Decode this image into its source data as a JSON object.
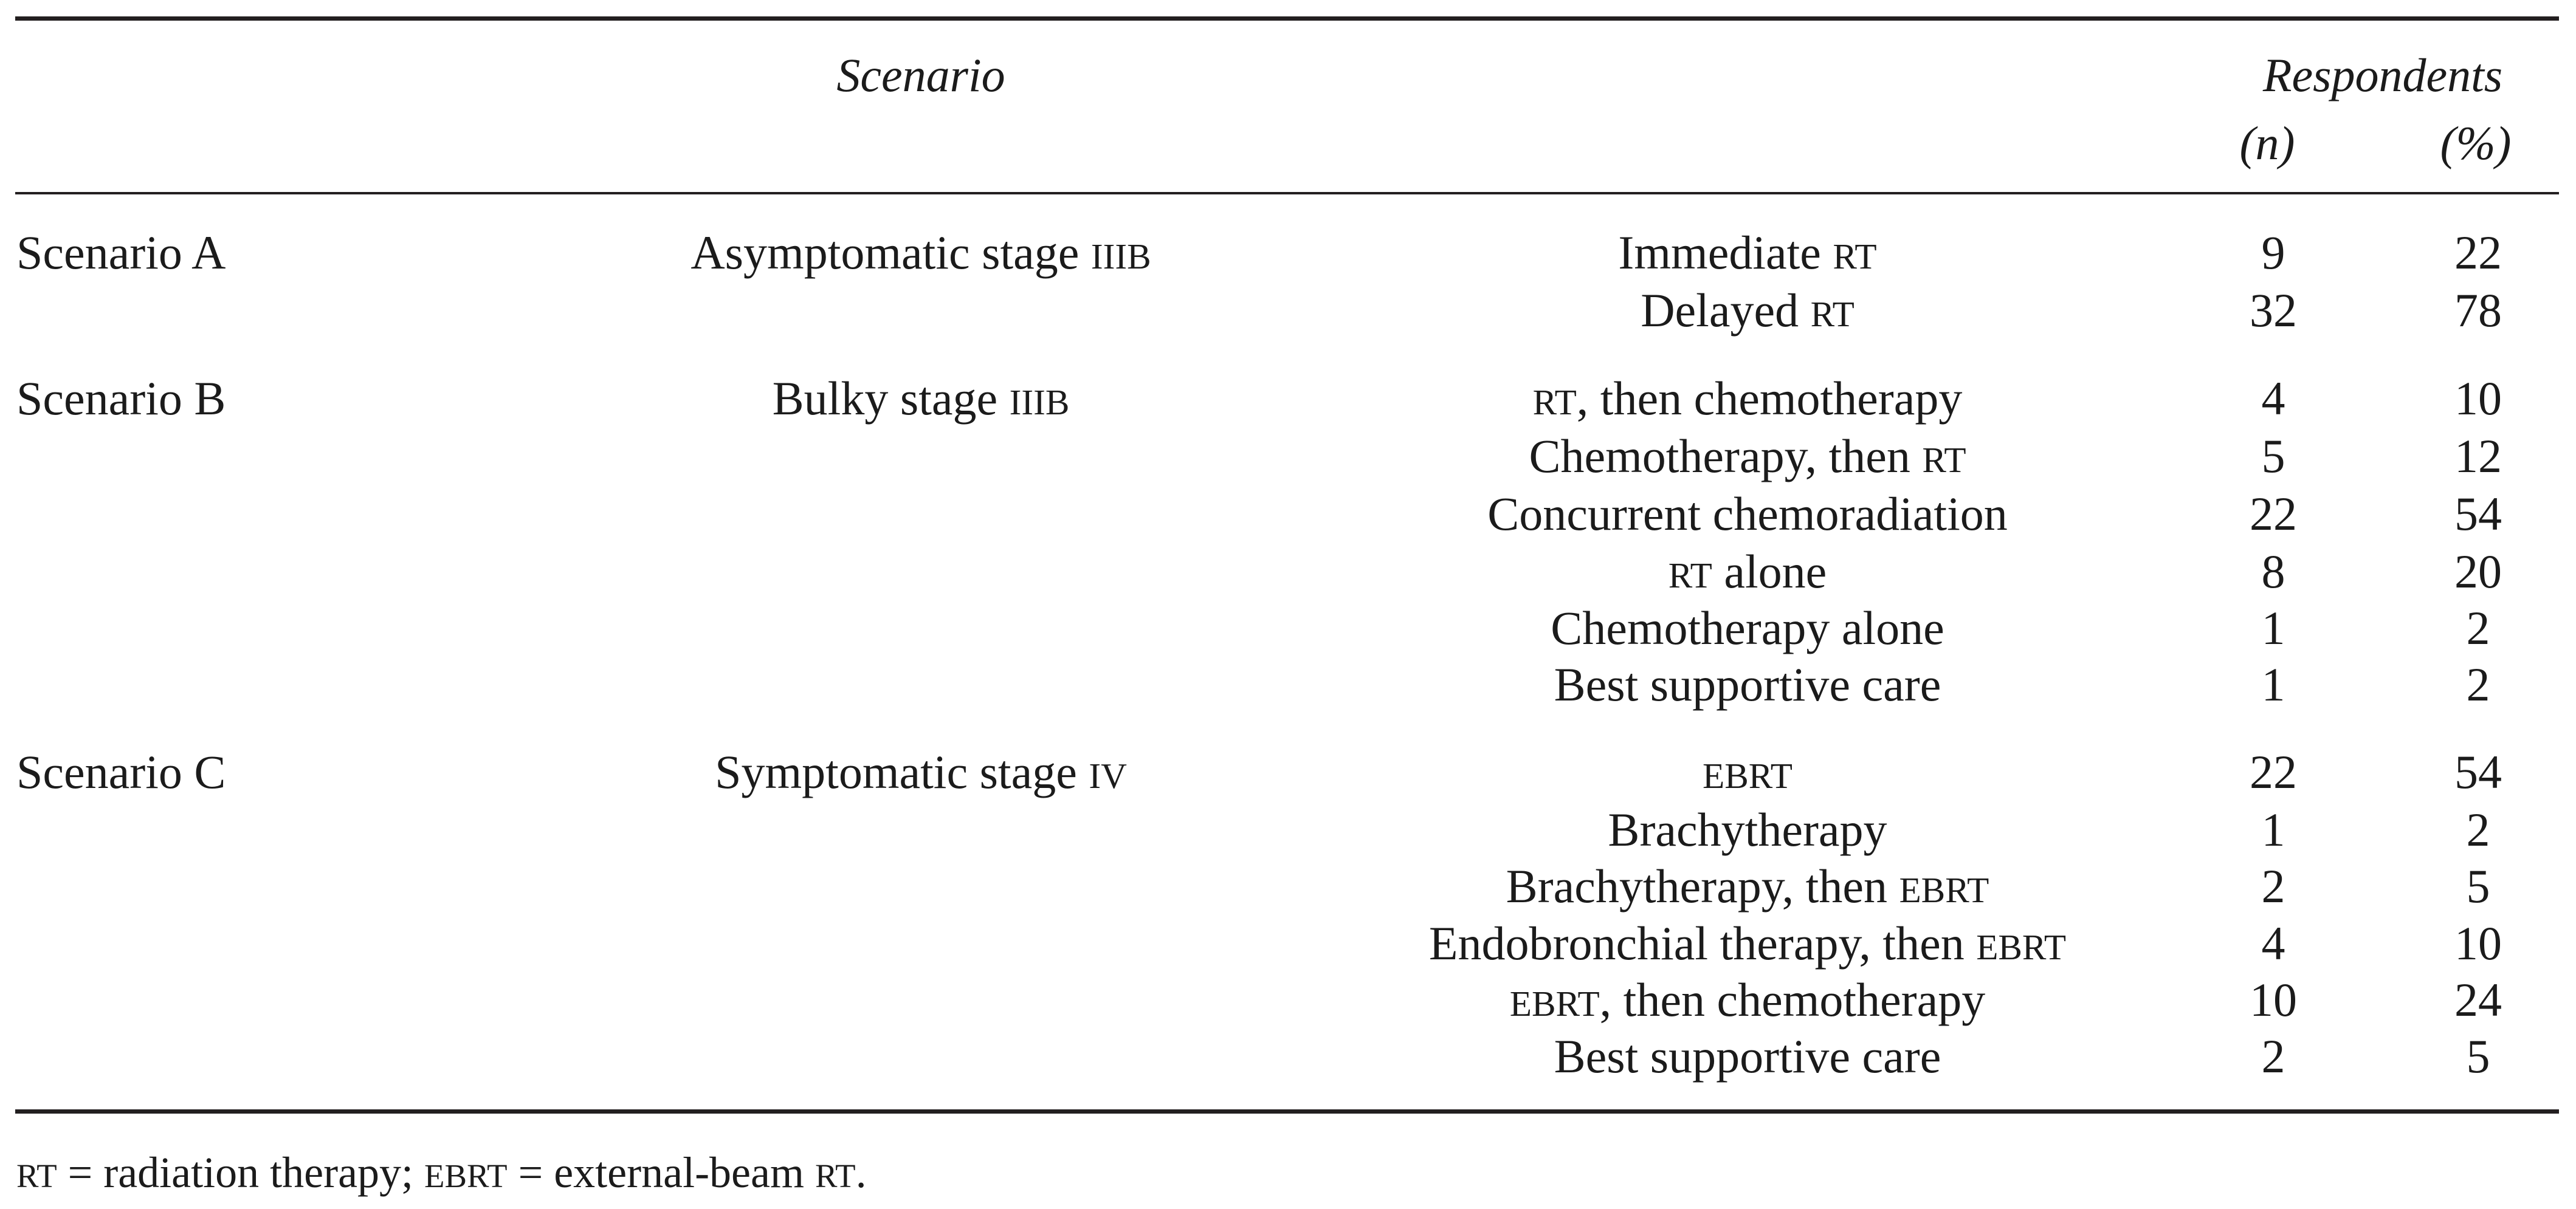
{
  "table": {
    "header": {
      "scenario_label": "Scenario",
      "respondents_label": "Respondents",
      "n_label": "(n)",
      "pct_label": "(%)"
    },
    "sections": [
      {
        "label": "Scenario A",
        "description": "Asymptomatic stage {IIIB}",
        "rows": [
          {
            "treatment": "Immediate {RT}",
            "n": "9",
            "pct": "22"
          },
          {
            "treatment": "Delayed {RT}",
            "n": "32",
            "pct": "78"
          }
        ]
      },
      {
        "label": "Scenario B",
        "description": "Bulky stage {IIIB}",
        "rows": [
          {
            "treatment": "{RT}, then chemotherapy",
            "n": "4",
            "pct": "10"
          },
          {
            "treatment": "Chemotherapy, then {RT}",
            "n": "5",
            "pct": "12"
          },
          {
            "treatment": "Concurrent chemoradiation",
            "n": "22",
            "pct": "54"
          },
          {
            "treatment": "{RT} alone",
            "n": "8",
            "pct": "20"
          },
          {
            "treatment": "Chemotherapy alone",
            "n": "1",
            "pct": "2"
          },
          {
            "treatment": "Best supportive care",
            "n": "1",
            "pct": "2"
          }
        ]
      },
      {
        "label": "Scenario C",
        "description": "Symptomatic stage {IV}",
        "rows": [
          {
            "treatment": "{EBRT}",
            "n": "22",
            "pct": "54"
          },
          {
            "treatment": "Brachytherapy",
            "n": "1",
            "pct": "2"
          },
          {
            "treatment": "Brachytherapy, then {EBRT}",
            "n": "2",
            "pct": "5"
          },
          {
            "treatment": "Endobronchial therapy, then {EBRT}",
            "n": "4",
            "pct": "10"
          },
          {
            "treatment": "{EBRT}, then chemotherapy",
            "n": "10",
            "pct": "24"
          },
          {
            "treatment": "Best supportive care",
            "n": "2",
            "pct": "5"
          }
        ]
      }
    ],
    "footnote": "{RT} = radiation therapy; {EBRT} = external-beam {RT}.",
    "colors": {
      "text": "#1b1b1b",
      "rule": "#231f20",
      "background": "#ffffff"
    }
  }
}
